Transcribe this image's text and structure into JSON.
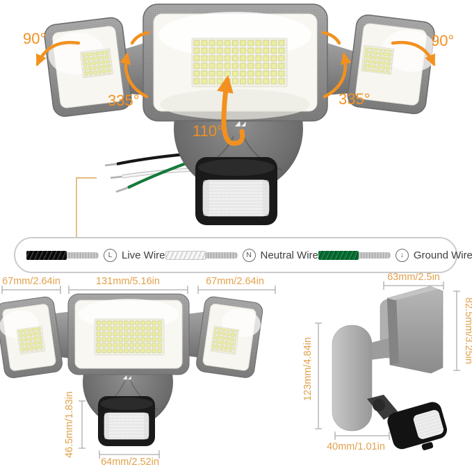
{
  "colors": {
    "annotation_orange": "#F29120",
    "dimension_orange": "#E2A14C",
    "housing_gray": "#8F8F8F",
    "sensor_black": "#1A1A1A",
    "led_yellow": "#ECEEA0",
    "live_wire_black": "#161616",
    "neutral_wire_white": "#F4F4F4",
    "ground_wire_green": "#15793B"
  },
  "rotation_annotations": {
    "left_head_swivel": "90°",
    "right_head_swivel": "90°",
    "left_joint_rotation": "335°",
    "right_joint_rotation": "335°",
    "center_head_tilt": "110°"
  },
  "wire_legend": {
    "items": [
      {
        "symbol": "L",
        "label": "Live Wire"
      },
      {
        "symbol": "N",
        "label": "Neutral Wire"
      },
      {
        "symbol": "↓",
        "label": "Ground Wire"
      }
    ]
  },
  "front_view_dimensions": {
    "left_head_width": "67mm/2.64in",
    "center_head_width": "131mm/5.16in",
    "right_head_width": "67mm/2.64in",
    "sensor_height": "46.5mm/1.83in",
    "sensor_width": "64mm/2.52in"
  },
  "side_view_dimensions": {
    "head_depth": "63mm/2.5in",
    "head_height": "82.5mm/3.25in",
    "overall_height": "123mm/4.84in",
    "mount_depth": "40mm/1.01in"
  }
}
